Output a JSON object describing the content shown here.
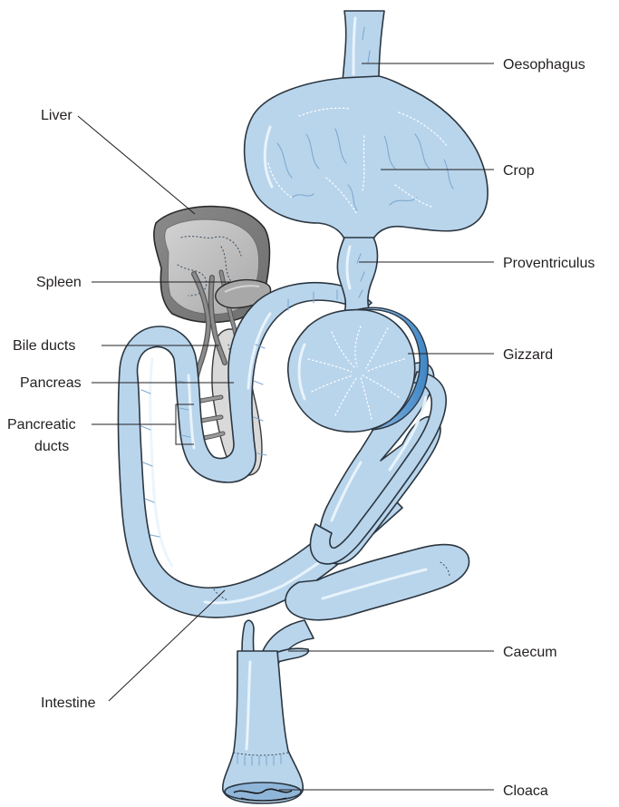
{
  "labels": {
    "oesophagus": "Oesophagus",
    "crop": "Crop",
    "proventriculus": "Proventriculus",
    "gizzard": "Gizzard",
    "caecum": "Caecum",
    "cloaca": "Cloaca",
    "liver": "Liver",
    "spleen": "Spleen",
    "bile_ducts": "Bile ducts",
    "pancreas": "Pancreas",
    "pancreatic_ducts_line1": "Pancreatic",
    "pancreatic_ducts_line2": "ducts",
    "intestine": "Intestine"
  },
  "colors": {
    "gut_fill": "#b9d5ec",
    "gizzard_rim": "#4f93cf",
    "liver_fill": "#9a9a9a",
    "pancreas_fill": "#d9d9d9",
    "outline": "#2b3640",
    "text": "#231f20"
  }
}
